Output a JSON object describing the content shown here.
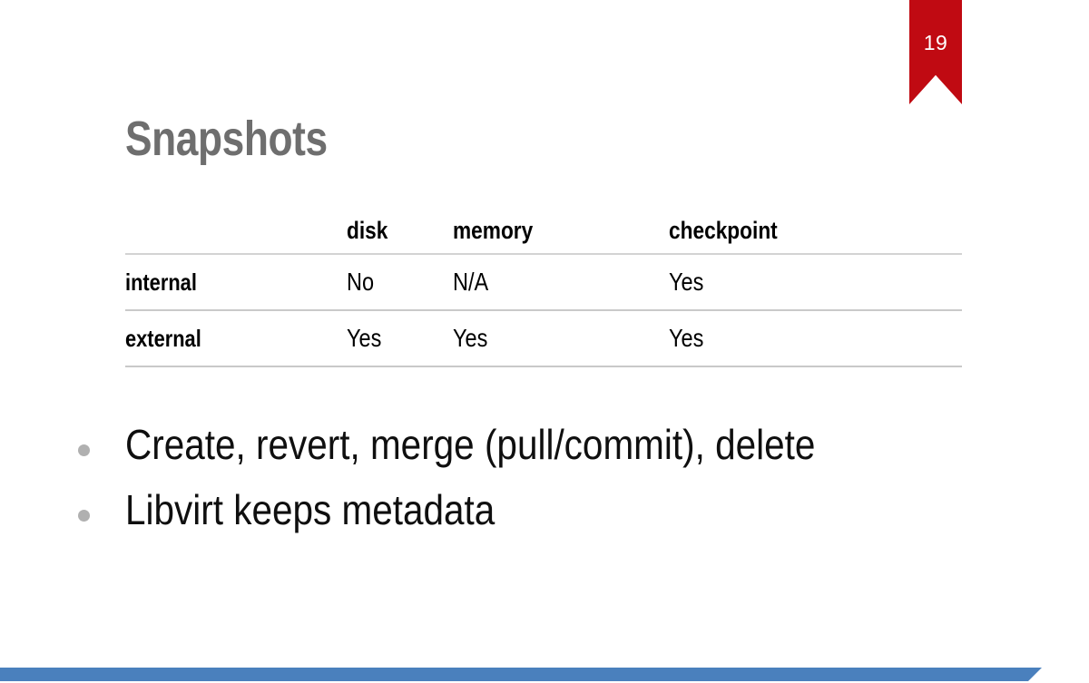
{
  "slide": {
    "page_number": "19",
    "title": "Snapshots",
    "accent_red": "#C00A12",
    "accent_blue": "#4a80bd",
    "title_color": "#6e6e6e",
    "bullet_dot_color": "#b0b0b0"
  },
  "table": {
    "columns": [
      "",
      "disk",
      "memory",
      "checkpoint"
    ],
    "rows": [
      {
        "label": "internal",
        "disk": "No",
        "memory": "N/A",
        "checkpoint": "Yes"
      },
      {
        "label": "external",
        "disk": "Yes",
        "memory": "Yes",
        "checkpoint": "Yes"
      }
    ]
  },
  "bullets": [
    {
      "text": "Create, revert, merge (pull/commit), delete"
    },
    {
      "text": "Libvirt keeps metadata"
    }
  ]
}
